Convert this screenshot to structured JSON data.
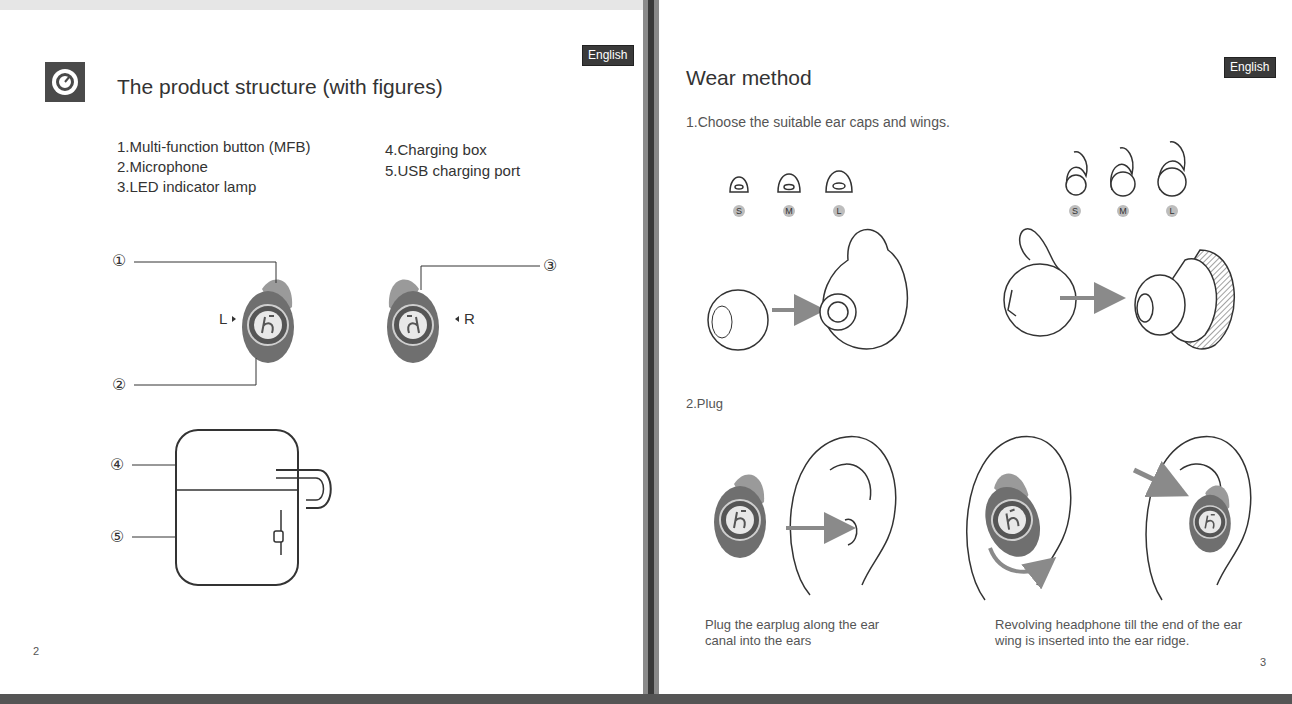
{
  "diagram": {
    "title": "The product structure (with figures)",
    "nodes": [
      {
        "text": [
          "English"
        ]
      },
      {
        "text": [
          "English"
        ]
      }
    ],
    "labels": [
      "1.Multi-function button (MFB)",
      "2.Microphone",
      "3.LED indicator lamp",
      "4.Charging box",
      "5.USB charging port",
      "①",
      "L",
      "R",
      "②",
      "③",
      "④",
      "⑤",
      "2",
      "Wear method",
      "1.Choose the suitable ear caps and wings.",
      "S",
      "M",
      "L",
      "S",
      "M",
      "L",
      "2.Plug",
      "Plug the earplug along the ear canal into the ears",
      "Revolving headphone till the end of the ear wing is inserted into the ear ridge.",
      "3"
    ]
  }
}
